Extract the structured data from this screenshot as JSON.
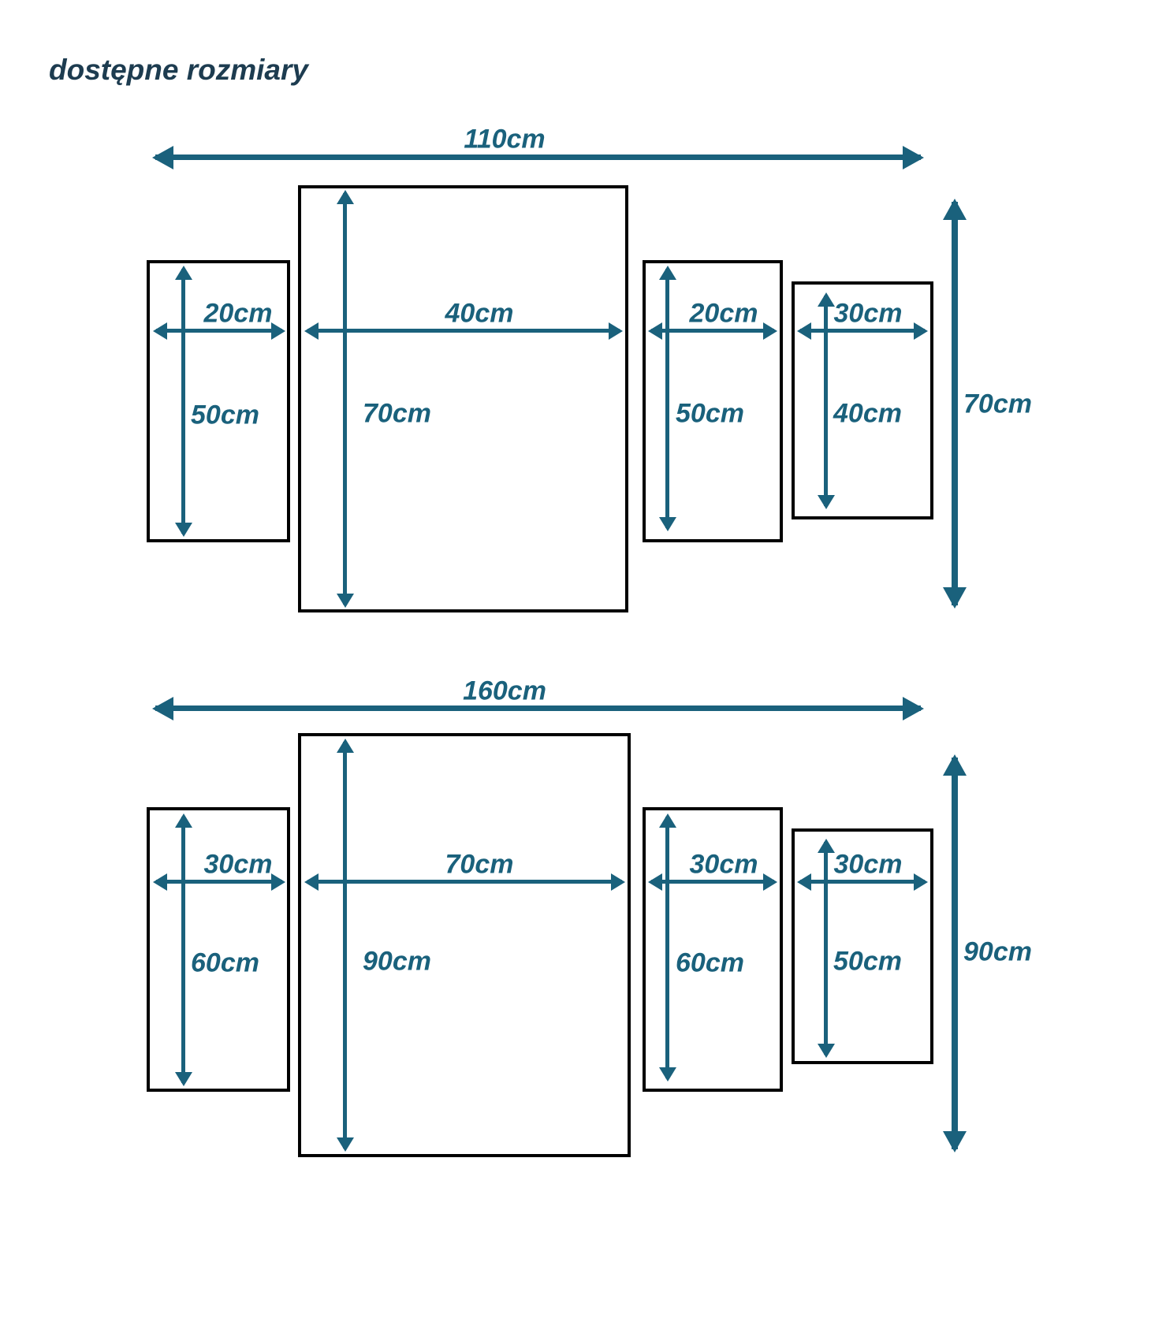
{
  "title": "dostępne rozmiary",
  "colors": {
    "accent": "#1a617c",
    "title": "#1d3c50",
    "border": "#000000",
    "background": "#ffffff"
  },
  "diagrams": [
    {
      "name": "set-110x70",
      "total_width": "110cm",
      "total_height": "70cm",
      "panels": [
        {
          "width": "20cm",
          "height": "50cm"
        },
        {
          "width": "40cm",
          "height": "70cm"
        },
        {
          "width": "20cm",
          "height": "50cm"
        },
        {
          "width": "30cm",
          "height": "40cm"
        }
      ]
    },
    {
      "name": "set-160x90",
      "total_width": "160cm",
      "total_height": "90cm",
      "panels": [
        {
          "width": "30cm",
          "height": "60cm"
        },
        {
          "width": "70cm",
          "height": "90cm"
        },
        {
          "width": "30cm",
          "height": "60cm"
        },
        {
          "width": "30cm",
          "height": "50cm"
        }
      ]
    }
  ]
}
